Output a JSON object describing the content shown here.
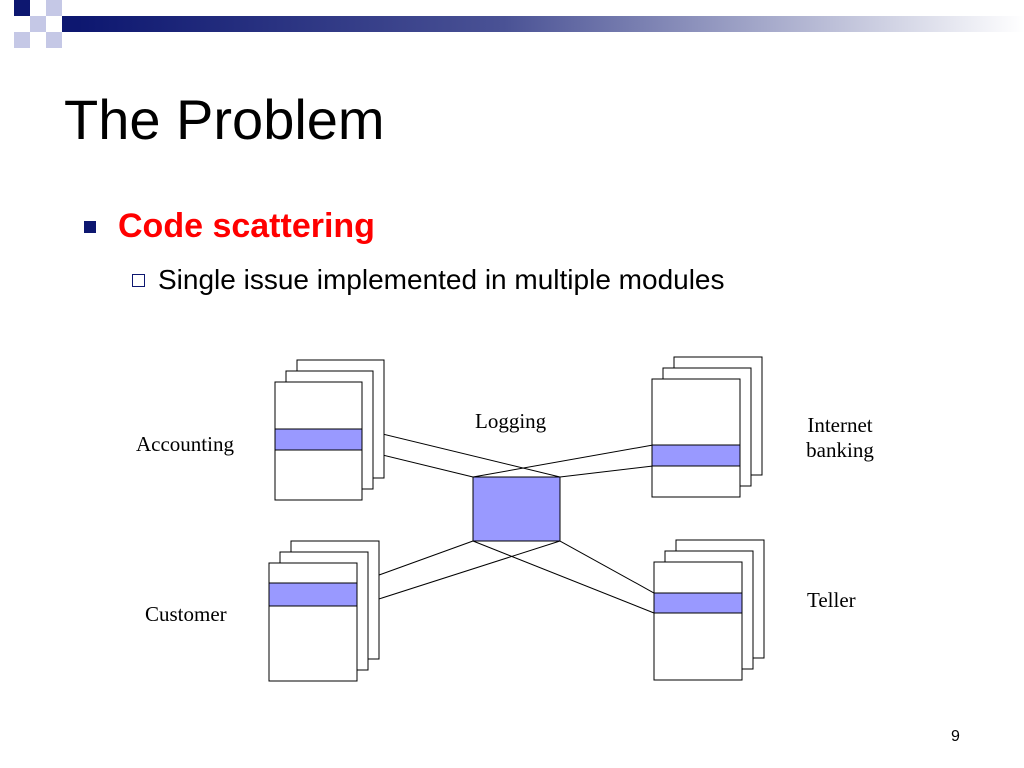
{
  "slide": {
    "title": "The Problem",
    "bullets": [
      {
        "text": "Code scattering",
        "subbullets": [
          "Single issue implemented in multiple modules"
        ]
      }
    ],
    "page_number": "9"
  },
  "diagram": {
    "center_label": "Logging",
    "modules": [
      {
        "id": "accounting",
        "label_lines": [
          "Accounting"
        ]
      },
      {
        "id": "internet-banking",
        "label_lines": [
          "Internet",
          "banking"
        ]
      },
      {
        "id": "customer",
        "label_lines": [
          "Customer"
        ]
      },
      {
        "id": "teller",
        "label_lines": [
          "Teller"
        ]
      }
    ]
  },
  "colors": {
    "accent_navy": "#0d1770",
    "bullet_red": "#ff0000",
    "logging_fill": "#9999ff"
  }
}
